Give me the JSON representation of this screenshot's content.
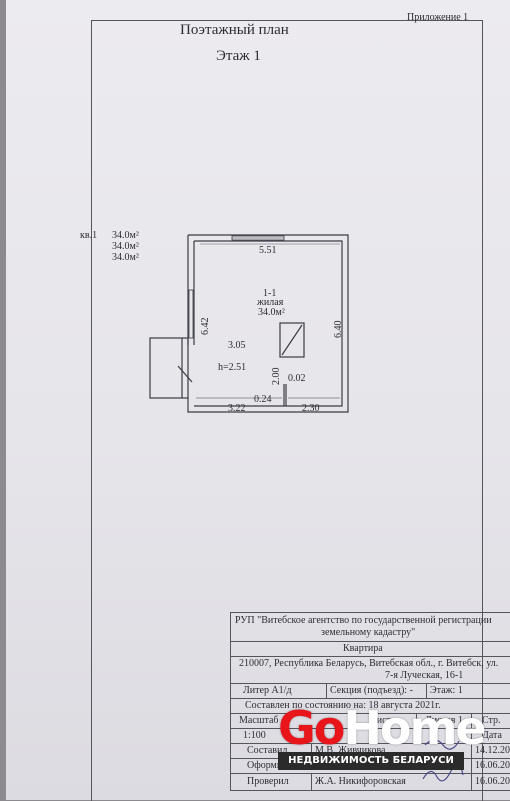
{
  "header": {
    "appendix": "Приложение 1",
    "title": "Поэтажный план",
    "floor": "Этаж 1"
  },
  "summary": {
    "flat_label": "кв.1",
    "total_area": "34.0м²",
    "living_area": "34.0м²",
    "useful_area": "34.0м²"
  },
  "plan": {
    "width_top": "5.51",
    "left_wall": "6.42",
    "right_wall": "6.40",
    "room_number": "1-1",
    "room_type": "жилая",
    "room_area": "34.0м²",
    "dim_inner": "3.05",
    "ceiling_height": "h=2.51",
    "stove_height": "2.00",
    "stove_gap": "0.02",
    "bottom_left": "3.22",
    "bottom_gap": "0.24",
    "bottom_right": "2.30"
  },
  "stamp": {
    "org_line1": "РУП \"Витебское агентство по государственной регистрации",
    "org_line2": "земельному кадастру\"",
    "object": "Квартира",
    "address_line1": "210007, Республика Беларусь, Витебская обл., г. Витебск, ул.",
    "address_line2": "7-я Луческая, 16-1",
    "litera": "Литер А1/д",
    "section": "Секция (подъезд): -",
    "floor": "Этаж: 1",
    "state_date": "Составлен по состоянию на: 18 августа 2021г.",
    "col_scale": "Масштаб",
    "col_sheet": "Лист",
    "col_sheets": "Листов 1",
    "col_page": "Стр.",
    "scale_value": "1:100",
    "sheet_value": "1",
    "col_role": "Составил",
    "name_compiled": "М.В. Живчикова",
    "col_date": "Дата",
    "date_compiled": "14.12.20",
    "role_drawn": "Оформил",
    "date_drawn": "16.06.20",
    "role_checked": "Проверил",
    "name_checked": "Ж.А. Никифоровская",
    "date_checked": "16.06.20"
  },
  "watermark": {
    "brand_go": "Go",
    "brand_home": "Home",
    "tagline": "НЕДВИЖИМОСТЬ БЕЛАРУСИ"
  }
}
